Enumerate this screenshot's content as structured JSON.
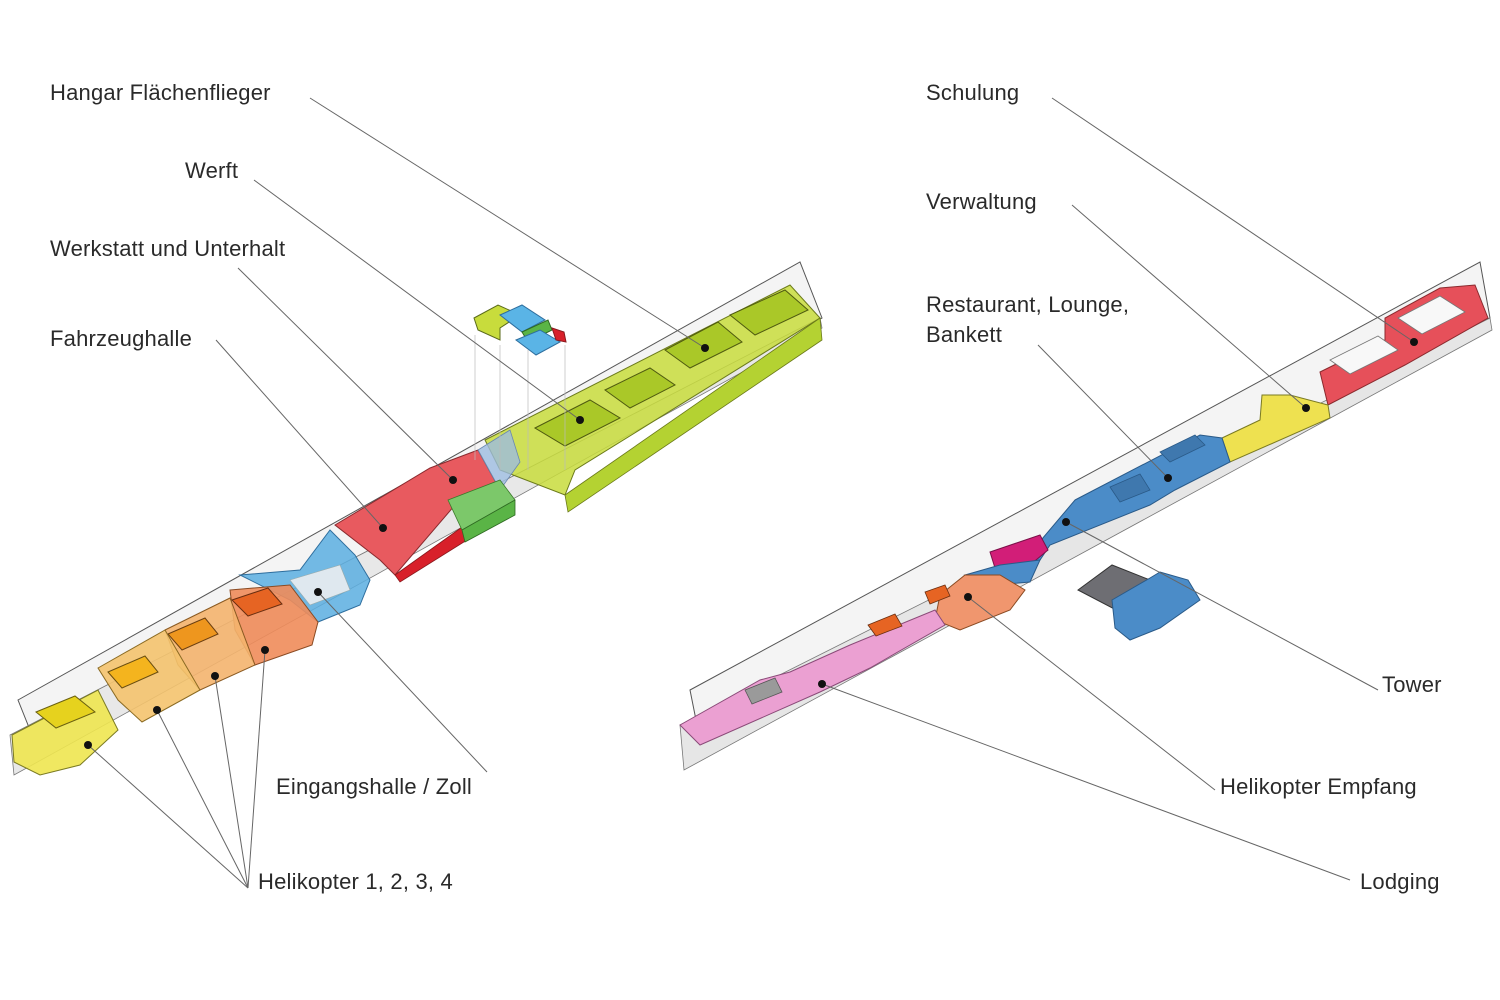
{
  "diagram": {
    "left_building": {
      "labels": [
        {
          "id": "hangar",
          "text": "Hangar Flächenflieger"
        },
        {
          "id": "werft",
          "text": "Werft"
        },
        {
          "id": "werkstatt",
          "text": "Werkstatt und Unterhalt"
        },
        {
          "id": "fahrzeughalle",
          "text": "Fahrzeughalle"
        },
        {
          "id": "eingangshalle",
          "text": "Eingangshalle / Zoll"
        },
        {
          "id": "helikopter",
          "text": "Helikopter 1, 2, 3, 4"
        }
      ]
    },
    "right_building": {
      "labels": [
        {
          "id": "schulung",
          "text": "Schulung"
        },
        {
          "id": "verwaltung",
          "text": "Verwaltung"
        },
        {
          "id": "restaurant",
          "text": "Restaurant, Lounge,"
        },
        {
          "id": "restaurant2",
          "text": "Bankett"
        },
        {
          "id": "tower",
          "text": "Tower"
        },
        {
          "id": "empfang",
          "text": "Helikopter Empfang"
        },
        {
          "id": "lodging",
          "text": "Lodging"
        }
      ]
    },
    "colors": {
      "hangar": "#c8dc3c",
      "werft": "#b4d232",
      "werkstatt": "#e85a5f",
      "werkstatt_side": "#d8202a",
      "fahrzeughalle_green": "#5ab446",
      "eingangshalle": "#5aaee0",
      "heli_yellow": "#eee650",
      "heli_light_orange": "#f4b46e",
      "heli_orange": "#f08c5a",
      "heli_dark_orange": "#e66423",
      "schulung": "#e6505a",
      "verwaltung": "#eee150",
      "restaurant": "#4b8cc8",
      "tower_grey": "#6e6e73",
      "empfang": "#f0966e",
      "empfang_magenta": "#d21e78",
      "lodging": "#eba0d2",
      "outline": "#555555",
      "leader": "#666666"
    }
  }
}
